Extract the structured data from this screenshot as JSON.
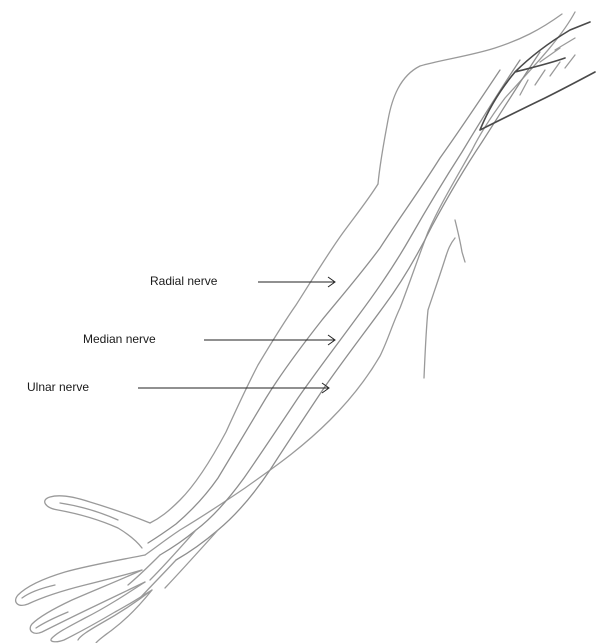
{
  "labels": {
    "radial": "Radial nerve",
    "median": "Median nerve",
    "ulnar": "Ulnar nerve"
  },
  "colors": {
    "outline": "#9a9a9a",
    "nerve": "#8e8e8e",
    "muscle": "#4a4a4a",
    "text": "#1a1a1a"
  }
}
